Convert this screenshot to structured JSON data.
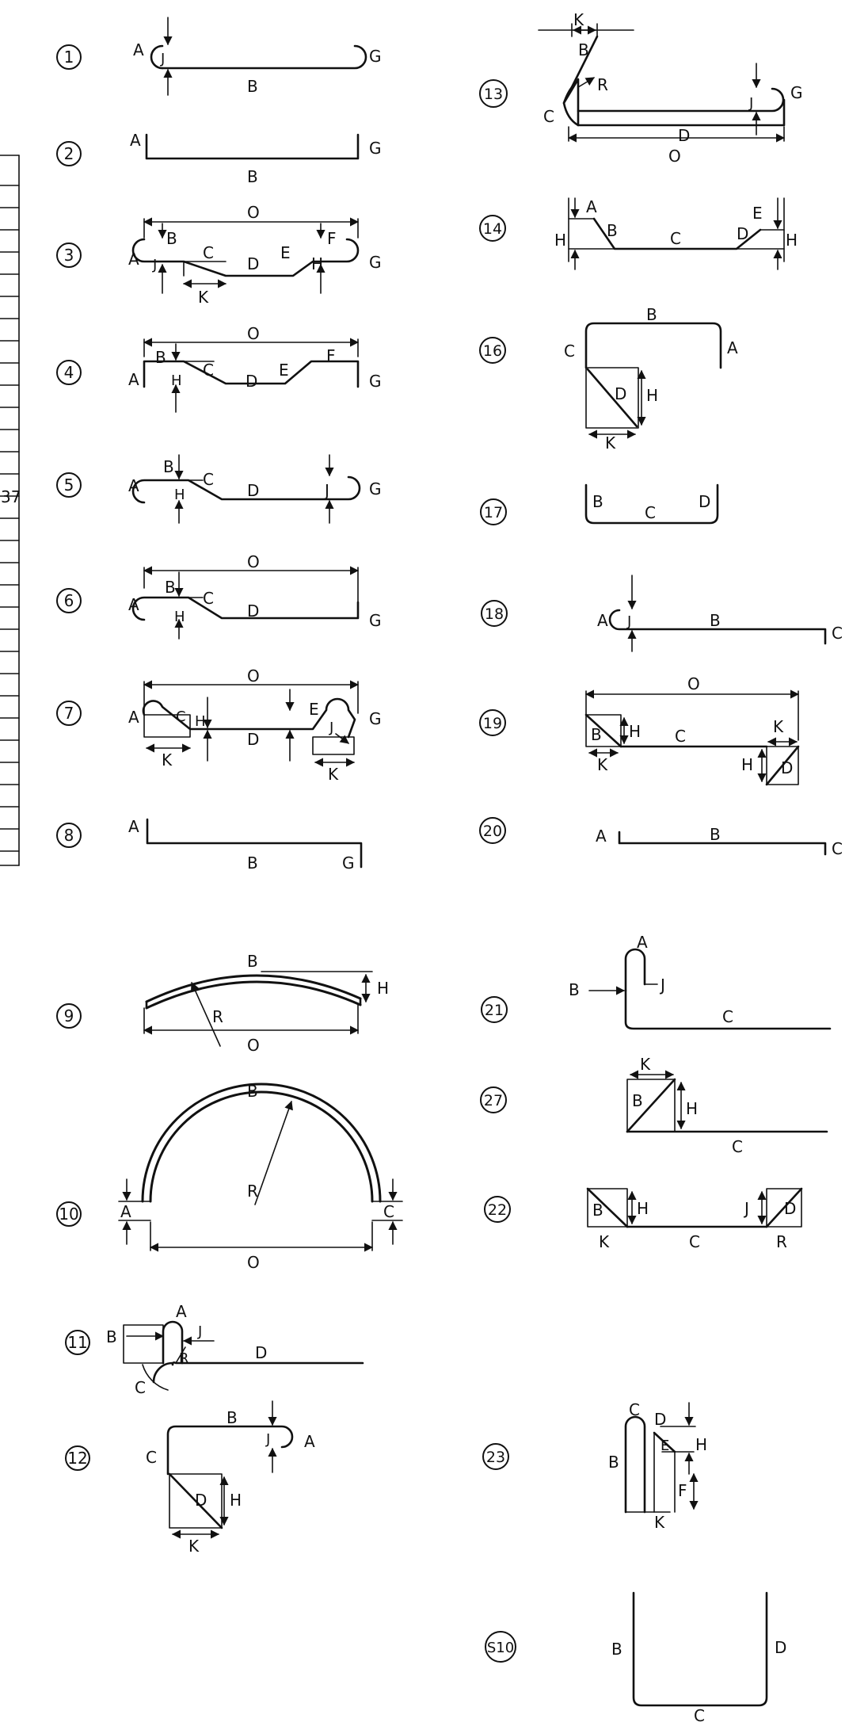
{
  "left_table": {
    "visible_cell_text": "37"
  },
  "shapes": [
    {
      "number": "1",
      "labels": [
        "A",
        "J",
        "B",
        "G"
      ]
    },
    {
      "number": "2",
      "labels": [
        "A",
        "B",
        "G"
      ]
    },
    {
      "number": "3",
      "labels": [
        "O",
        "B",
        "F",
        "A",
        "J",
        "C",
        "D",
        "E",
        "H",
        "G",
        "K"
      ]
    },
    {
      "number": "4",
      "labels": [
        "O",
        "B",
        "C",
        "D",
        "E",
        "F",
        "A",
        "H",
        "G"
      ]
    },
    {
      "number": "5",
      "labels": [
        "B",
        "A",
        "C",
        "H",
        "D",
        "J",
        "G"
      ]
    },
    {
      "number": "6",
      "labels": [
        "O",
        "B",
        "A",
        "C",
        "H",
        "D",
        "G"
      ]
    },
    {
      "number": "7",
      "labels": [
        "O",
        "A",
        "C",
        "H",
        "D",
        "E",
        "J",
        "G",
        "K",
        "K"
      ]
    },
    {
      "number": "8",
      "labels": [
        "A",
        "B",
        "G"
      ]
    },
    {
      "number": "9",
      "labels": [
        "B",
        "H",
        "R",
        "O"
      ]
    },
    {
      "number": "10",
      "labels": [
        "B",
        "R",
        "A",
        "C",
        "O"
      ]
    },
    {
      "number": "11",
      "labels": [
        "A",
        "B",
        "J",
        "R",
        "C",
        "D"
      ]
    },
    {
      "number": "12",
      "labels": [
        "B",
        "J",
        "A",
        "C",
        "D",
        "H",
        "K"
      ]
    },
    {
      "number": "13",
      "labels": [
        "K",
        "B",
        "R",
        "C",
        "J",
        "G",
        "D",
        "O"
      ]
    },
    {
      "number": "14",
      "labels": [
        "A",
        "B",
        "C",
        "D",
        "E",
        "H",
        "H"
      ]
    },
    {
      "number": "16",
      "labels": [
        "B",
        "C",
        "A",
        "D",
        "H",
        "K"
      ]
    },
    {
      "number": "17",
      "labels": [
        "B",
        "C",
        "D"
      ]
    },
    {
      "number": "18",
      "labels": [
        "A",
        "J",
        "B",
        "C"
      ]
    },
    {
      "number": "19",
      "labels": [
        "O",
        "B",
        "H",
        "C",
        "K",
        "H",
        "D",
        "K"
      ]
    },
    {
      "number": "20",
      "labels": [
        "A",
        "B",
        "C"
      ]
    },
    {
      "number": "21",
      "labels": [
        "A",
        "B",
        "J",
        "C"
      ]
    },
    {
      "number": "27",
      "labels": [
        "K",
        "B",
        "H",
        "C"
      ]
    },
    {
      "number": "22",
      "labels": [
        "B",
        "H",
        "C",
        "J",
        "D",
        "K",
        "R"
      ]
    },
    {
      "number": "23",
      "labels": [
        "C",
        "D",
        "B",
        "E",
        "H",
        "F",
        "K"
      ]
    },
    {
      "number": "S10",
      "labels": [
        "B",
        "D",
        "C"
      ]
    }
  ]
}
